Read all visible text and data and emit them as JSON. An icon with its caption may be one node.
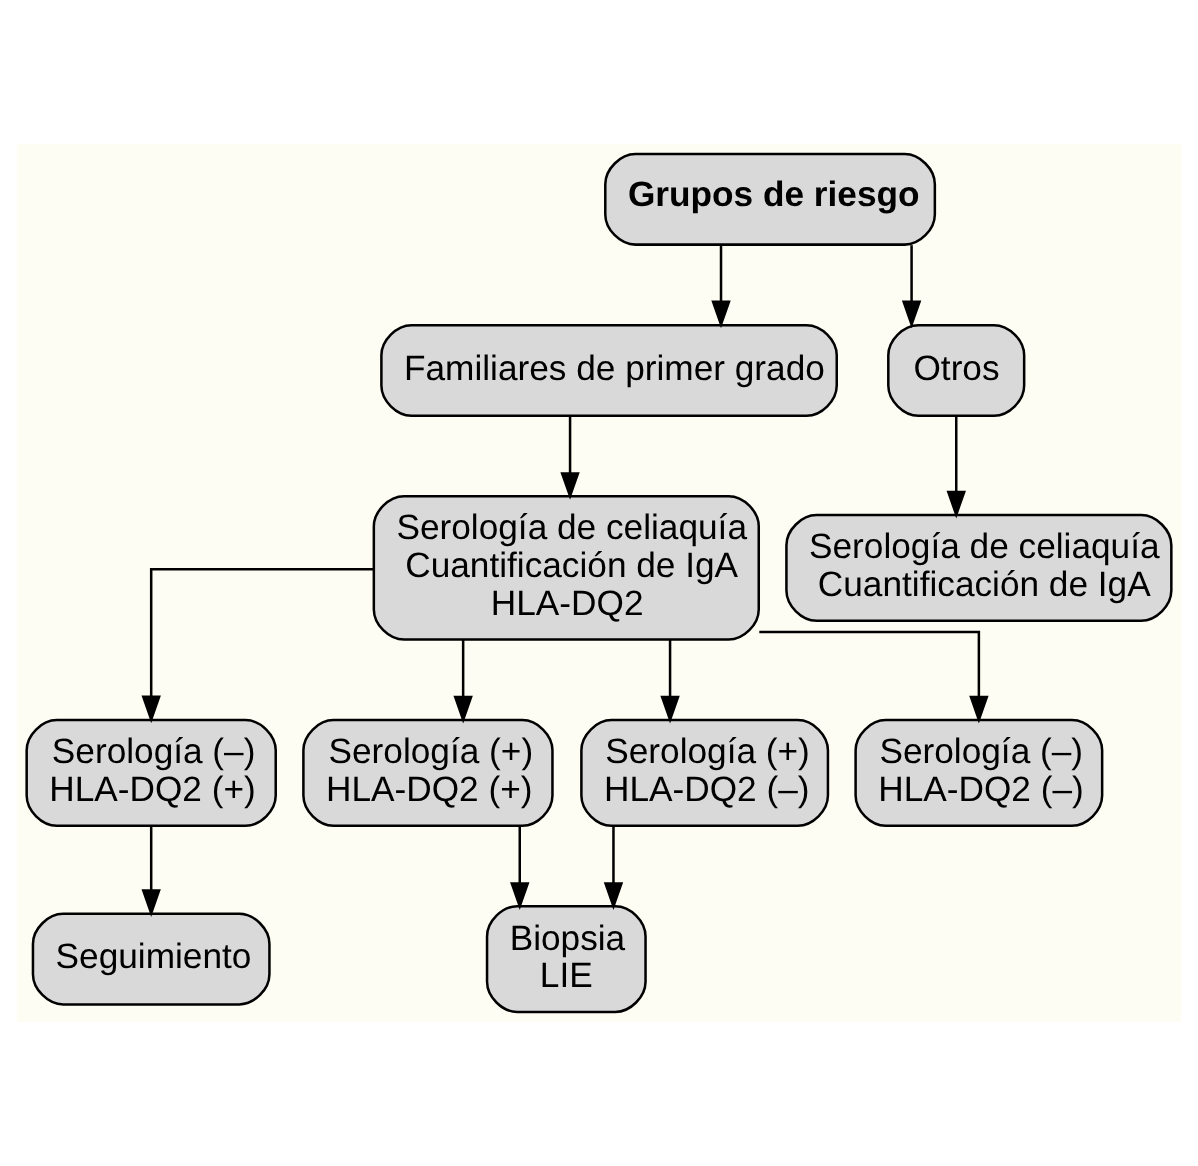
{
  "diagram": {
    "nodes": [
      {
        "text": [
          "Grupos de riesgo"
        ]
      },
      {
        "text": [
          "Familiares de primer grado"
        ]
      },
      {
        "text": [
          "Otros"
        ]
      },
      {
        "text": [
          "Serología de celiaquía",
          "Cuantificación de IgA",
          "HLA-DQ2"
        ]
      },
      {
        "text": [
          "Serología de celiaquía",
          "Cuantificación de IgA"
        ]
      },
      {
        "text": [
          "Serología (–)",
          "HLA-DQ2 (+)"
        ]
      },
      {
        "text": [
          "Serología (+)",
          "HLA-DQ2 (+)"
        ]
      },
      {
        "text": [
          "Serología (+)",
          "HLA-DQ2 (–)"
        ]
      },
      {
        "text": [
          "Serología (–)",
          "HLA-DQ2 (–)"
        ]
      },
      {
        "text": [
          "Seguimiento"
        ]
      },
      {
        "text": [
          "Biopsia",
          "LIE"
        ]
      }
    ],
    "edges": [
      {
        "from": 0,
        "to": 1,
        "arrow": "to"
      },
      {
        "from": 0,
        "to": 2,
        "arrow": "to"
      },
      {
        "from": 1,
        "to": 3,
        "arrow": "to"
      },
      {
        "from": 2,
        "to": 4,
        "arrow": "to"
      },
      {
        "from": 3,
        "to": 5,
        "arrow": "to"
      },
      {
        "from": 3,
        "to": 6,
        "arrow": "to"
      },
      {
        "from": 3,
        "to": 7,
        "arrow": "to"
      },
      {
        "from": 3,
        "to": 8,
        "arrow": "to"
      },
      {
        "from": 5,
        "to": 9,
        "arrow": "to"
      },
      {
        "from": 6,
        "to": 10,
        "arrow": "to"
      },
      {
        "from": 7,
        "to": 10,
        "arrow": "to"
      }
    ]
  }
}
